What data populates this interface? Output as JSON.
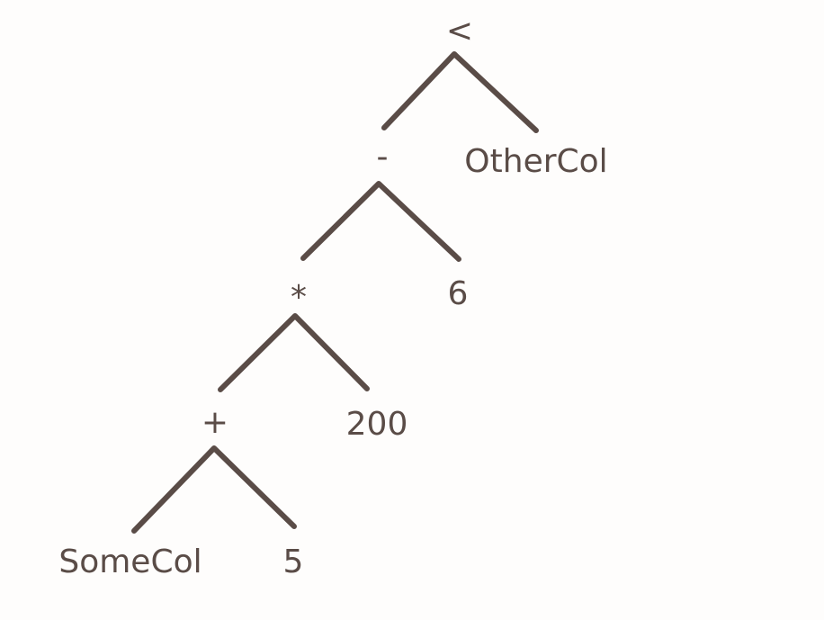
{
  "diagram": {
    "type": "expression-tree",
    "nodes": [
      {
        "id": "lt",
        "label": "<"
      },
      {
        "id": "minus",
        "label": "-"
      },
      {
        "id": "othercol",
        "label": "OtherCol"
      },
      {
        "id": "times",
        "label": "*"
      },
      {
        "id": "six",
        "label": "6"
      },
      {
        "id": "plus",
        "label": "+"
      },
      {
        "id": "twohundred",
        "label": "200"
      },
      {
        "id": "somecol",
        "label": "SomeCol"
      },
      {
        "id": "five",
        "label": "5"
      }
    ],
    "edges": [
      {
        "from": "lt",
        "to": "minus"
      },
      {
        "from": "lt",
        "to": "othercol"
      },
      {
        "from": "minus",
        "to": "times"
      },
      {
        "from": "minus",
        "to": "six"
      },
      {
        "from": "times",
        "to": "plus"
      },
      {
        "from": "times",
        "to": "twohundred"
      },
      {
        "from": "plus",
        "to": "somecol"
      },
      {
        "from": "plus",
        "to": "five"
      }
    ],
    "colors": {
      "ink": "#5a4c47",
      "background": "#fefdfc"
    }
  }
}
